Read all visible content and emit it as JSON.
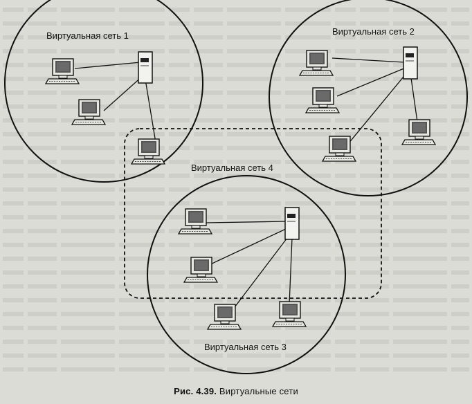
{
  "networks": [
    {
      "id": "vnet-1",
      "label": "Виртуальная сеть 1"
    },
    {
      "id": "vnet-2",
      "label": "Виртуальная сеть 2"
    },
    {
      "id": "vnet-3",
      "label": "Виртуальная сеть 3"
    },
    {
      "id": "vnet-4",
      "label": "Виртуальная сеть 4"
    }
  ],
  "caption": {
    "number": "Рис. 4.39.",
    "text": "Виртуальные сети"
  },
  "colors": {
    "paper": "#dcdcd6",
    "ink": "#111111",
    "screen": "#5a5a5a"
  }
}
